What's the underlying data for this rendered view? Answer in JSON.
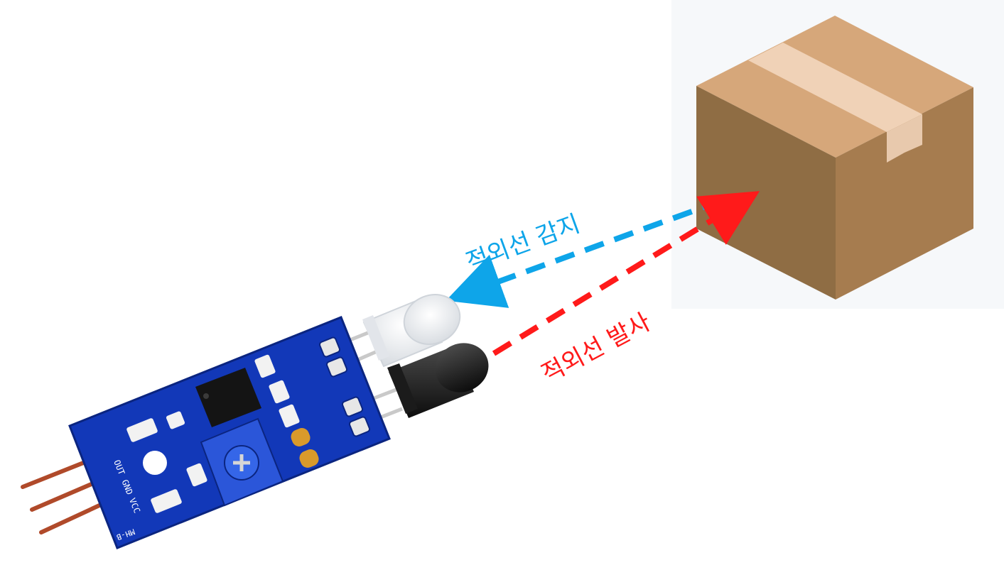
{
  "labels": {
    "detect": "적외선 감지",
    "emit": "적외선 발사"
  },
  "sensor_board": {
    "pin_labels": [
      "OUT",
      "GND",
      "VCC"
    ],
    "model": "MH-B"
  },
  "colors": {
    "detect_arrow": "#0ea5e9",
    "emit_arrow": "#ff1a1a",
    "board_blue": "#1238b8",
    "box_top": "#d6a77a",
    "box_left": "#8f6d44",
    "box_right": "#a67c4f",
    "box_tape": "#f0d2b7",
    "panel_bg": "#f6f8fa"
  },
  "icons": {
    "box": "cardboard-box-icon",
    "sensor": "ir-obstacle-sensor-module"
  }
}
